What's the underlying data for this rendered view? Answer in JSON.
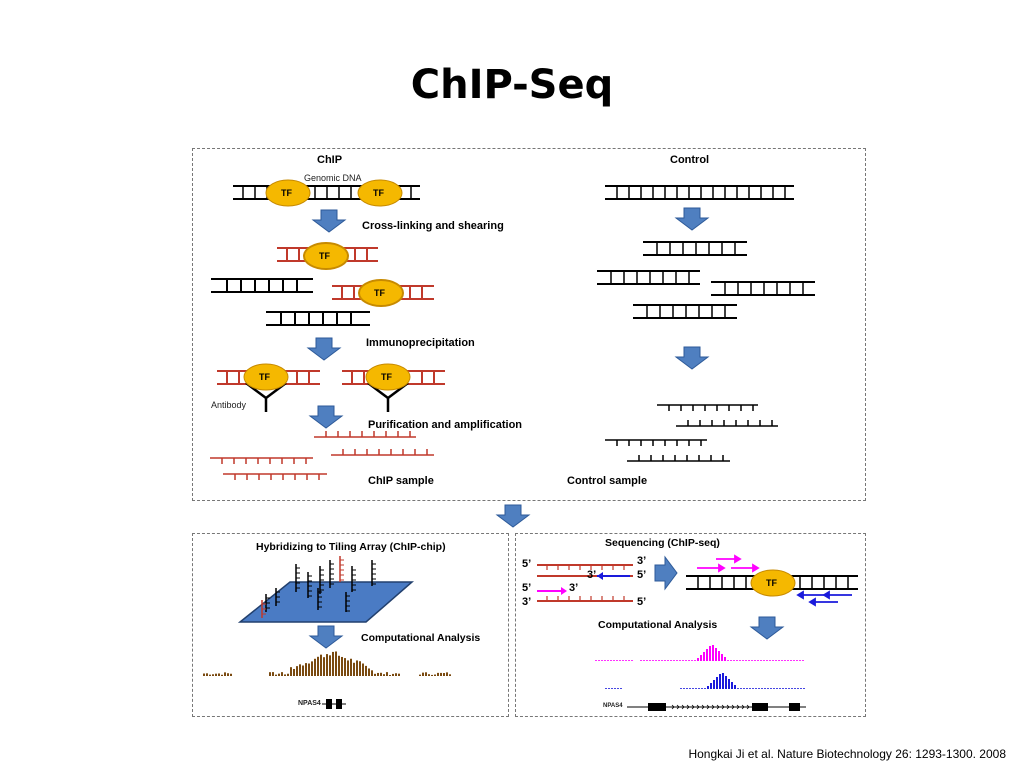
{
  "title": "ChIP-Seq",
  "top_panel": {
    "chip_header": "ChIP",
    "control_header": "Control",
    "genomic_dna": "Genomic DNA",
    "tf": "TF",
    "step_crosslink": "Cross-linking and shearing",
    "step_immuno": "Immunoprecipitation",
    "antibody": "Antibody",
    "step_purify": "Purification and  amplification",
    "chip_sample": "ChIP sample",
    "control_sample": "Control sample"
  },
  "left_panel": {
    "title": "Hybridizing to Tiling Array (ChIP-chip)",
    "computational": "Computational Analysis",
    "gene": "NPAS4"
  },
  "right_panel": {
    "title": "Sequencing (ChIP-seq)",
    "five": "5’",
    "three": "3’",
    "tf": "TF",
    "computational": "Computational Analysis",
    "gene": "NPAS4"
  },
  "citation": "Hongkai Ji et al. Nature Biotechnology 26: 1293-1300. 2008",
  "colors": {
    "tf_fill": "#f5b800",
    "arrow_fill": "#4f7fc0",
    "red_dna": "#c0392b",
    "magenta": "#ff00ff",
    "blue": "#1a1adb",
    "brown": "#7a4a10",
    "array_blue": "#4a7bc4"
  }
}
